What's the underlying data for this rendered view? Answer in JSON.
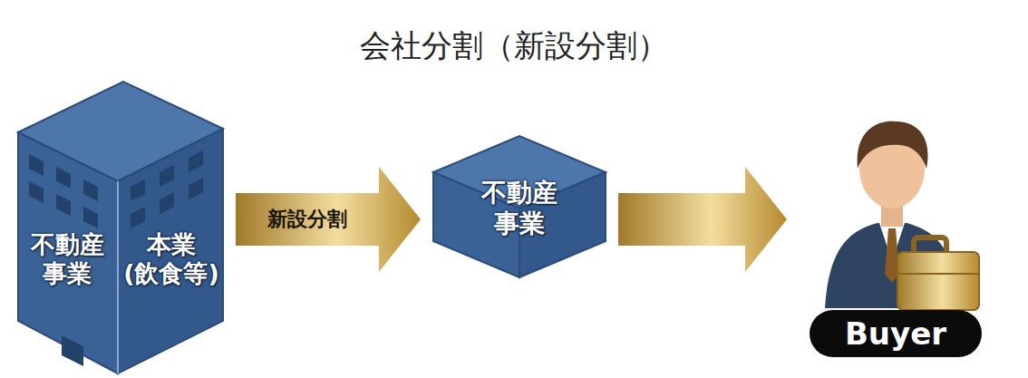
{
  "diagram": {
    "title": "会社分割（新設分割）",
    "nodes": [
      {
        "text": [
          "不動産 事業",
          "本業 (飲食等)"
        ]
      },
      {
        "text": [
          "不動産 事業"
        ]
      },
      {
        "text": [
          "Buyer"
        ]
      }
    ],
    "edges": [
      {
        "from": 0,
        "to": 1,
        "label": "新設分割",
        "arrow": "to"
      },
      {
        "from": 1,
        "to": 2,
        "arrow": "to"
      }
    ]
  }
}
